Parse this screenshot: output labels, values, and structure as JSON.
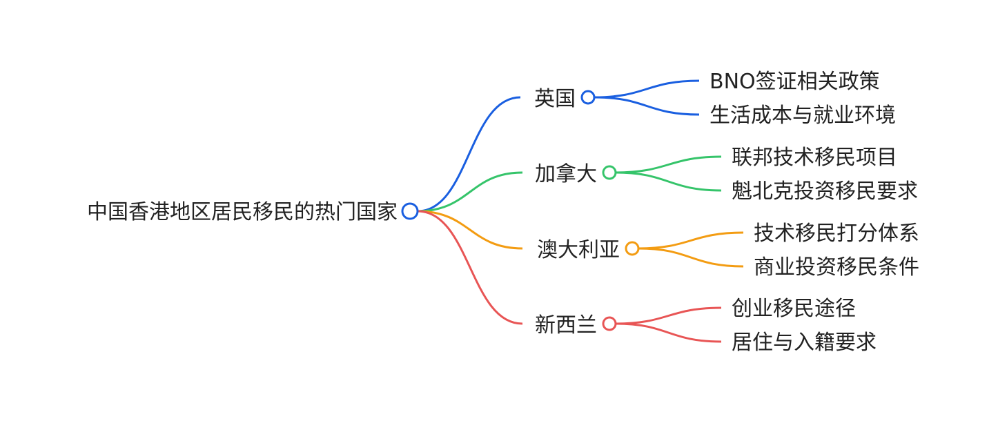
{
  "root": {
    "label": "中国香港地区居民移民的热门国家",
    "color": "#1a5fe0"
  },
  "branches": [
    {
      "label": "英国",
      "color": "#1a5fe0",
      "children": [
        "BNO签证相关政策",
        "生活成本与就业环境"
      ]
    },
    {
      "label": "加拿大",
      "color": "#35c46a",
      "children": [
        "联邦技术移民项目",
        "魁北克投资移民要求"
      ]
    },
    {
      "label": "澳大利亚",
      "color": "#f39c12",
      "children": [
        "技术移民打分体系",
        "商业投资移民条件"
      ]
    },
    {
      "label": "新西兰",
      "color": "#e85555",
      "children": [
        "创业移民途径",
        "居住与入籍要求"
      ]
    }
  ]
}
